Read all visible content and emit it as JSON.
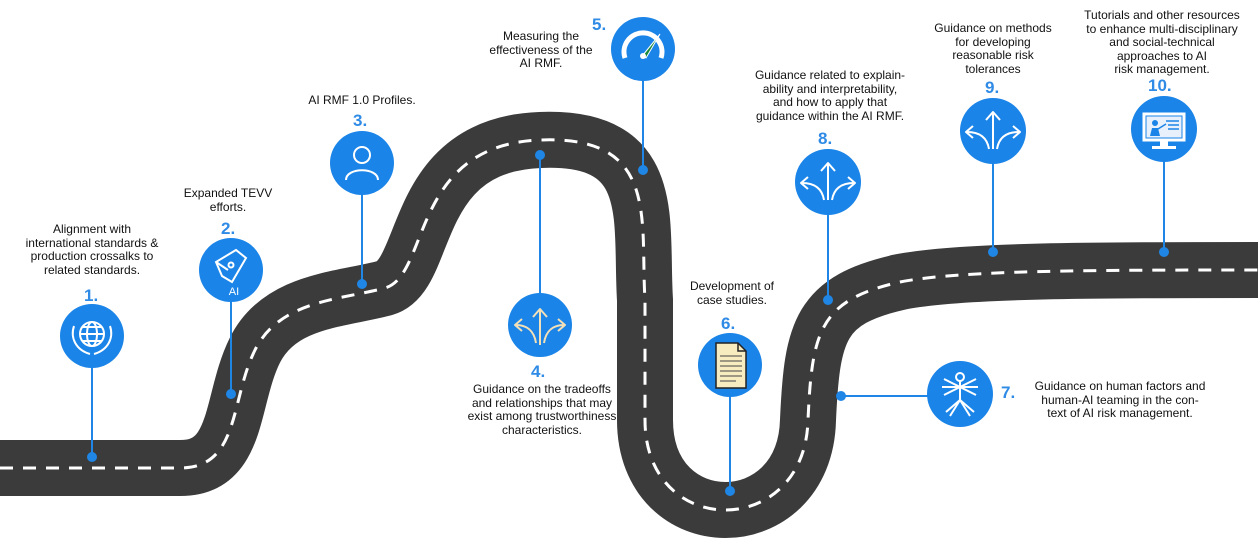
{
  "colors": {
    "road": "#3b3b3b",
    "dash": "#ffffff",
    "accent": "#1a84e8",
    "pin": "#1f86e6",
    "number": "#2f8be6",
    "text": "#111111"
  },
  "milestones": [
    {
      "number": "1.",
      "text": "Alignment with\ninternational standards &\nproduction crossalks to\nrelated standards.",
      "icon": "globe-laurel-icon"
    },
    {
      "number": "2.",
      "text": "Expanded TEVV\nefforts.",
      "icon": "pen-nib-ai-icon",
      "icon_text": "AI"
    },
    {
      "number": "3.",
      "text": "AI RMF 1.0 Profiles.",
      "icon": "user-profile-icon"
    },
    {
      "number": "4.",
      "text": "Guidance on the tradeoffs\nand relationships that may\nexist among trustworthiness\ncharacteristics.",
      "icon": "three-way-arrows-icon"
    },
    {
      "number": "5.",
      "text": "Measuring the\neffectiveness of the\nAI RMF.",
      "icon": "speedometer-icon"
    },
    {
      "number": "6.",
      "text": "Development of\ncase studies.",
      "icon": "document-icon"
    },
    {
      "number": "7.",
      "text": "Guidance on human factors and\nhuman-AI teaming in the con-\ntext of AI risk management.",
      "icon": "vitruvian-man-icon"
    },
    {
      "number": "8.",
      "text": "Guidance related to explain-\nability and interpretability,\nand how to apply that\nguidance within the AI RMF.",
      "icon": "split-arrows-icon"
    },
    {
      "number": "9.",
      "text": "Guidance on methods\nfor developing\nreasonable risk\ntolerances",
      "icon": "split-arrows-icon"
    },
    {
      "number": "10.",
      "text": "Tutorials and other resources\nto enhance multi-disciplinary\nand social-technical\napproaches to AI\nrisk management.",
      "icon": "presentation-screen-icon"
    }
  ]
}
